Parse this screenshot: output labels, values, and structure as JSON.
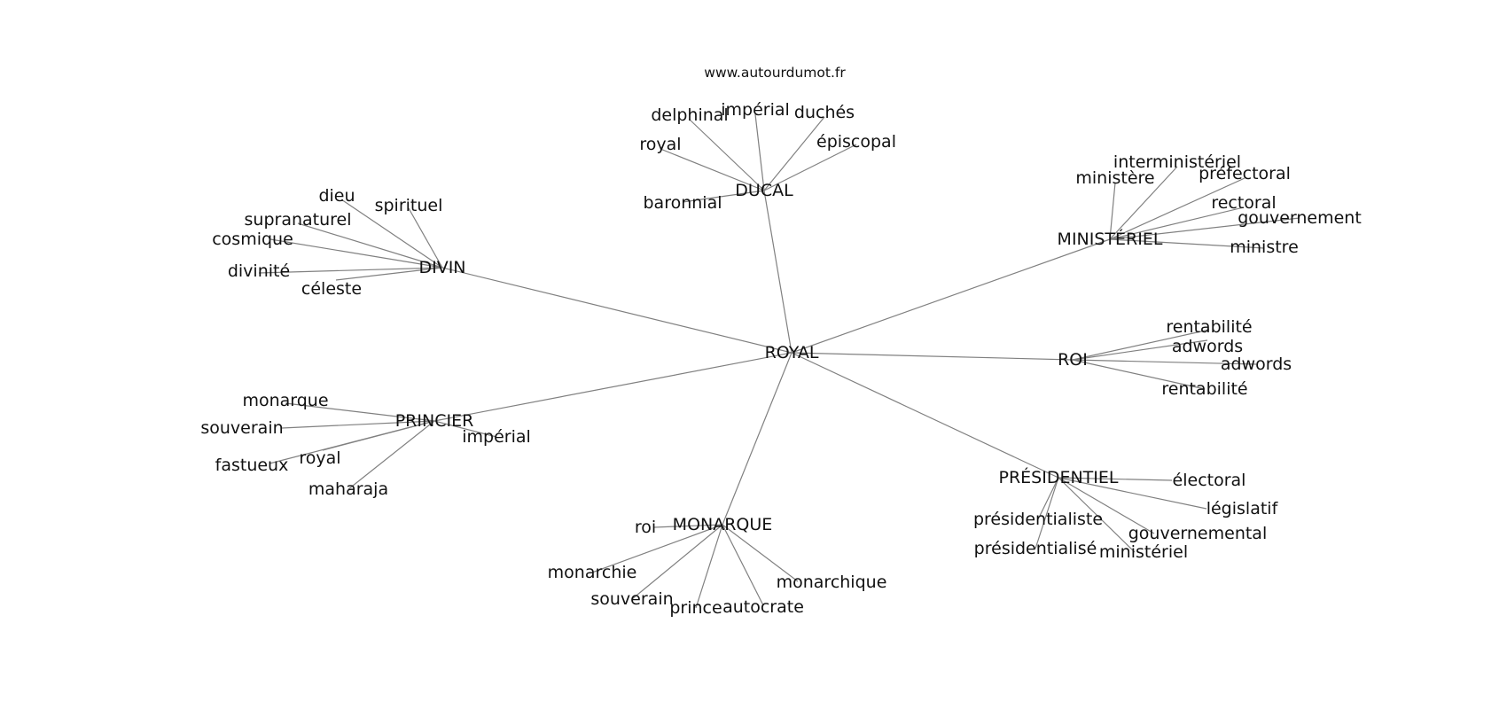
{
  "source": "www.autourdumot.fr",
  "center": "ROYAL",
  "groups": [
    {
      "word": "DUCAL",
      "words": [
        "delphinal",
        "impérial",
        "duchés",
        "épiscopal",
        "royal",
        "baronnial"
      ]
    },
    {
      "word": "DIVIN",
      "words": [
        "dieu",
        "spirituel",
        "supranaturel",
        "cosmique",
        "divinité",
        "céleste"
      ]
    },
    {
      "word": "MINISTÉRIEL",
      "words": [
        "interministériel",
        "ministère",
        "préfectoral",
        "rectoral",
        "gouvernement",
        "ministre"
      ]
    },
    {
      "word": "ROI",
      "words": [
        "rentabilité",
        "adwords",
        "adwords",
        "rentabilité"
      ]
    },
    {
      "word": "PRINCIER",
      "words": [
        "monarque",
        "souverain",
        "impérial",
        "royal",
        "fastueux",
        "maharaja"
      ]
    },
    {
      "word": "PRÉSIDENTIEL",
      "words": [
        "électoral",
        "législatif",
        "présidentialiste",
        "gouvernemental",
        "présidentialisé",
        "ministériel"
      ]
    },
    {
      "word": "MONARQUE",
      "words": [
        "roi",
        "monarchie",
        "monarchique",
        "souverain",
        "prince",
        "autocrate"
      ]
    }
  ]
}
